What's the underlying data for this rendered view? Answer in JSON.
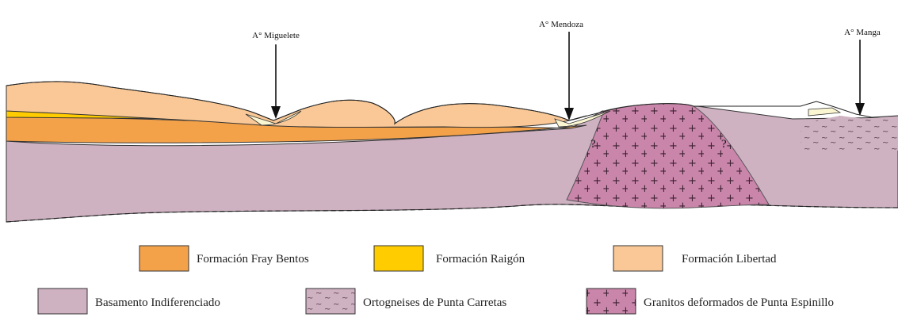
{
  "streams": [
    {
      "label": "A° Miguelete"
    },
    {
      "label": "A° Mendoza"
    },
    {
      "label": "A° Manga"
    }
  ],
  "uncertain_marks": [
    "?",
    "?"
  ],
  "units": {
    "fray_bentos": {
      "name": "Formación Fray Bentos",
      "color": "#f4a24a"
    },
    "raigon": {
      "name": "Formación Raigón",
      "color": "#ffcc00"
    },
    "libertad": {
      "name": "Formación Libertad",
      "color": "#f9c896"
    },
    "basamento": {
      "name": "Basamento Indiferenciado",
      "color": "#cfb2c2"
    },
    "ortogneises": {
      "name": "Ortogneises de Punta Carretas",
      "color": "#cfb2c2",
      "pattern": "tilde"
    },
    "granitos": {
      "name": "Granitos deformados de Punta Espinillo",
      "color": "#c985aa",
      "pattern": "plus"
    },
    "alluvium": {
      "color": "#fbf6d2"
    }
  }
}
